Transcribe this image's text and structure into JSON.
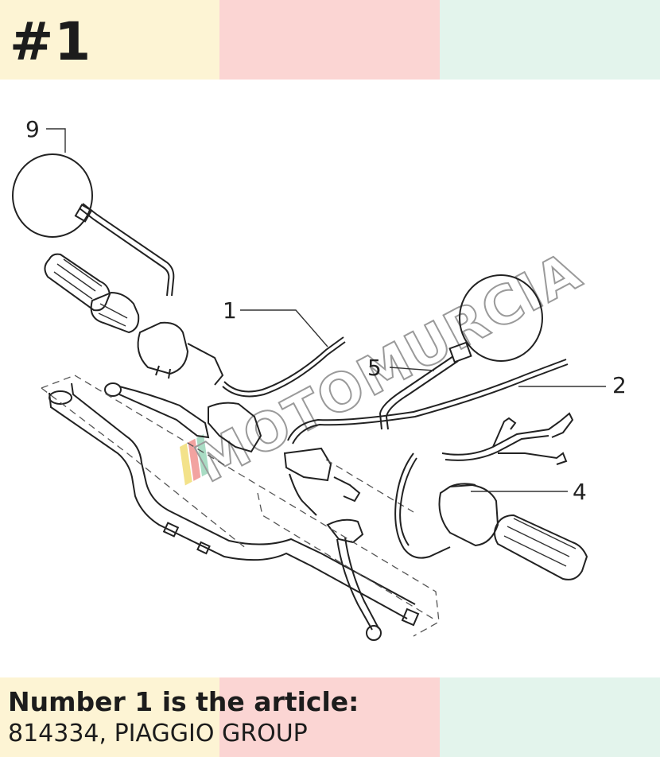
{
  "header": {
    "number_label": "#1",
    "colors": [
      "#fdf4d4",
      "#fbd5d3",
      "#e3f4ec"
    ]
  },
  "diagram": {
    "callouts": [
      "9",
      "1",
      "5",
      "2",
      "4"
    ],
    "watermark": "MOTOMURCIA"
  },
  "caption": {
    "title": "Number 1 is the article:",
    "subtitle": "814334, PIAGGIO GROUP"
  }
}
